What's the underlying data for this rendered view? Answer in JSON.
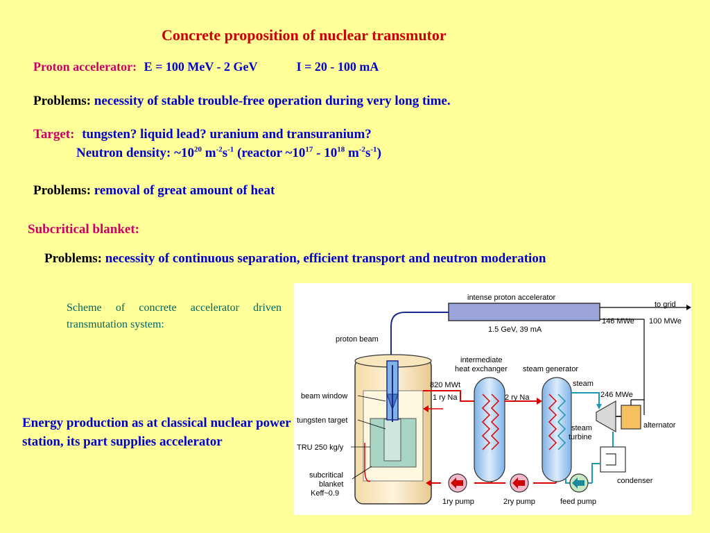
{
  "title": "Concrete proposition of nuclear transmutor",
  "proton": {
    "label": "Proton accelerator:",
    "energy": "E = 100 MeV - 2 GeV",
    "current": "I = 20 - 100 mA"
  },
  "problems1": {
    "label": "Problems:",
    "text": "necessity of stable trouble-free operation during very long time."
  },
  "target": {
    "label": "Target:",
    "text": "tungsten? liquid lead? uranium and transuranium?",
    "density_prefix": "Neutron density: ~10",
    "density_exp": "20",
    "density_unit_m": " m",
    "density_unit_m_exp": "-2",
    "density_unit_s": "s",
    "density_unit_s_exp": "-1",
    "reactor_prefix": " (reactor ~10",
    "reactor_exp1": "17",
    "reactor_mid": " - 10",
    "reactor_exp2": "18",
    "reactor_unit_m": " m",
    "reactor_unit_m_exp": "-2",
    "reactor_unit_s": "s",
    "reactor_unit_s_exp": "-1",
    "reactor_close": ")"
  },
  "problems2": {
    "label": "Problems:",
    "text": "removal of great amount of heat"
  },
  "subcritical": {
    "label": "Subcritical blanket:"
  },
  "problems3": {
    "label": "Problems:",
    "text": "necessity of continuous separation, efficient transport and neutron moderation"
  },
  "caption": "Scheme of concrete accelerator driven transmutation system:",
  "energy_text": "Energy production as at classical nuclear power station, its part supplies accelerator",
  "diagram": {
    "accelerator_label": "intense proton accelerator",
    "beam_spec": "1.5 GeV,  39 mA",
    "to_grid": "to grid",
    "p146": "146 MWe",
    "p100": "100 MWe",
    "proton_beam": "proton beam",
    "intermediate": "intermediate",
    "heat_exchanger": "heat exchanger",
    "steam_generator": "steam generator",
    "steam": "steam",
    "p820": "820 MWt",
    "ry1_na": "1 ry Na",
    "ry2_na": "2 ry Na",
    "p246": "246 MWe",
    "beam_window": "beam window",
    "tungsten_target": "tungsten target",
    "steam_turbine_1": "steam",
    "steam_turbine_2": "turbine",
    "alternator": "alternator",
    "tru": "TRU 250 kg/y",
    "condenser": "condenser",
    "subcritical": "subcritical",
    "blanket": "blanket",
    "keff": "Keff~0.9",
    "pump1": "1ry pump",
    "pump2": "2ry pump",
    "feed_pump": "feed pump"
  },
  "colors": {
    "background": "#ffff99",
    "title": "#cc0000",
    "label": "#cc0066",
    "body_text": "#0000cc",
    "caption": "#006666"
  }
}
